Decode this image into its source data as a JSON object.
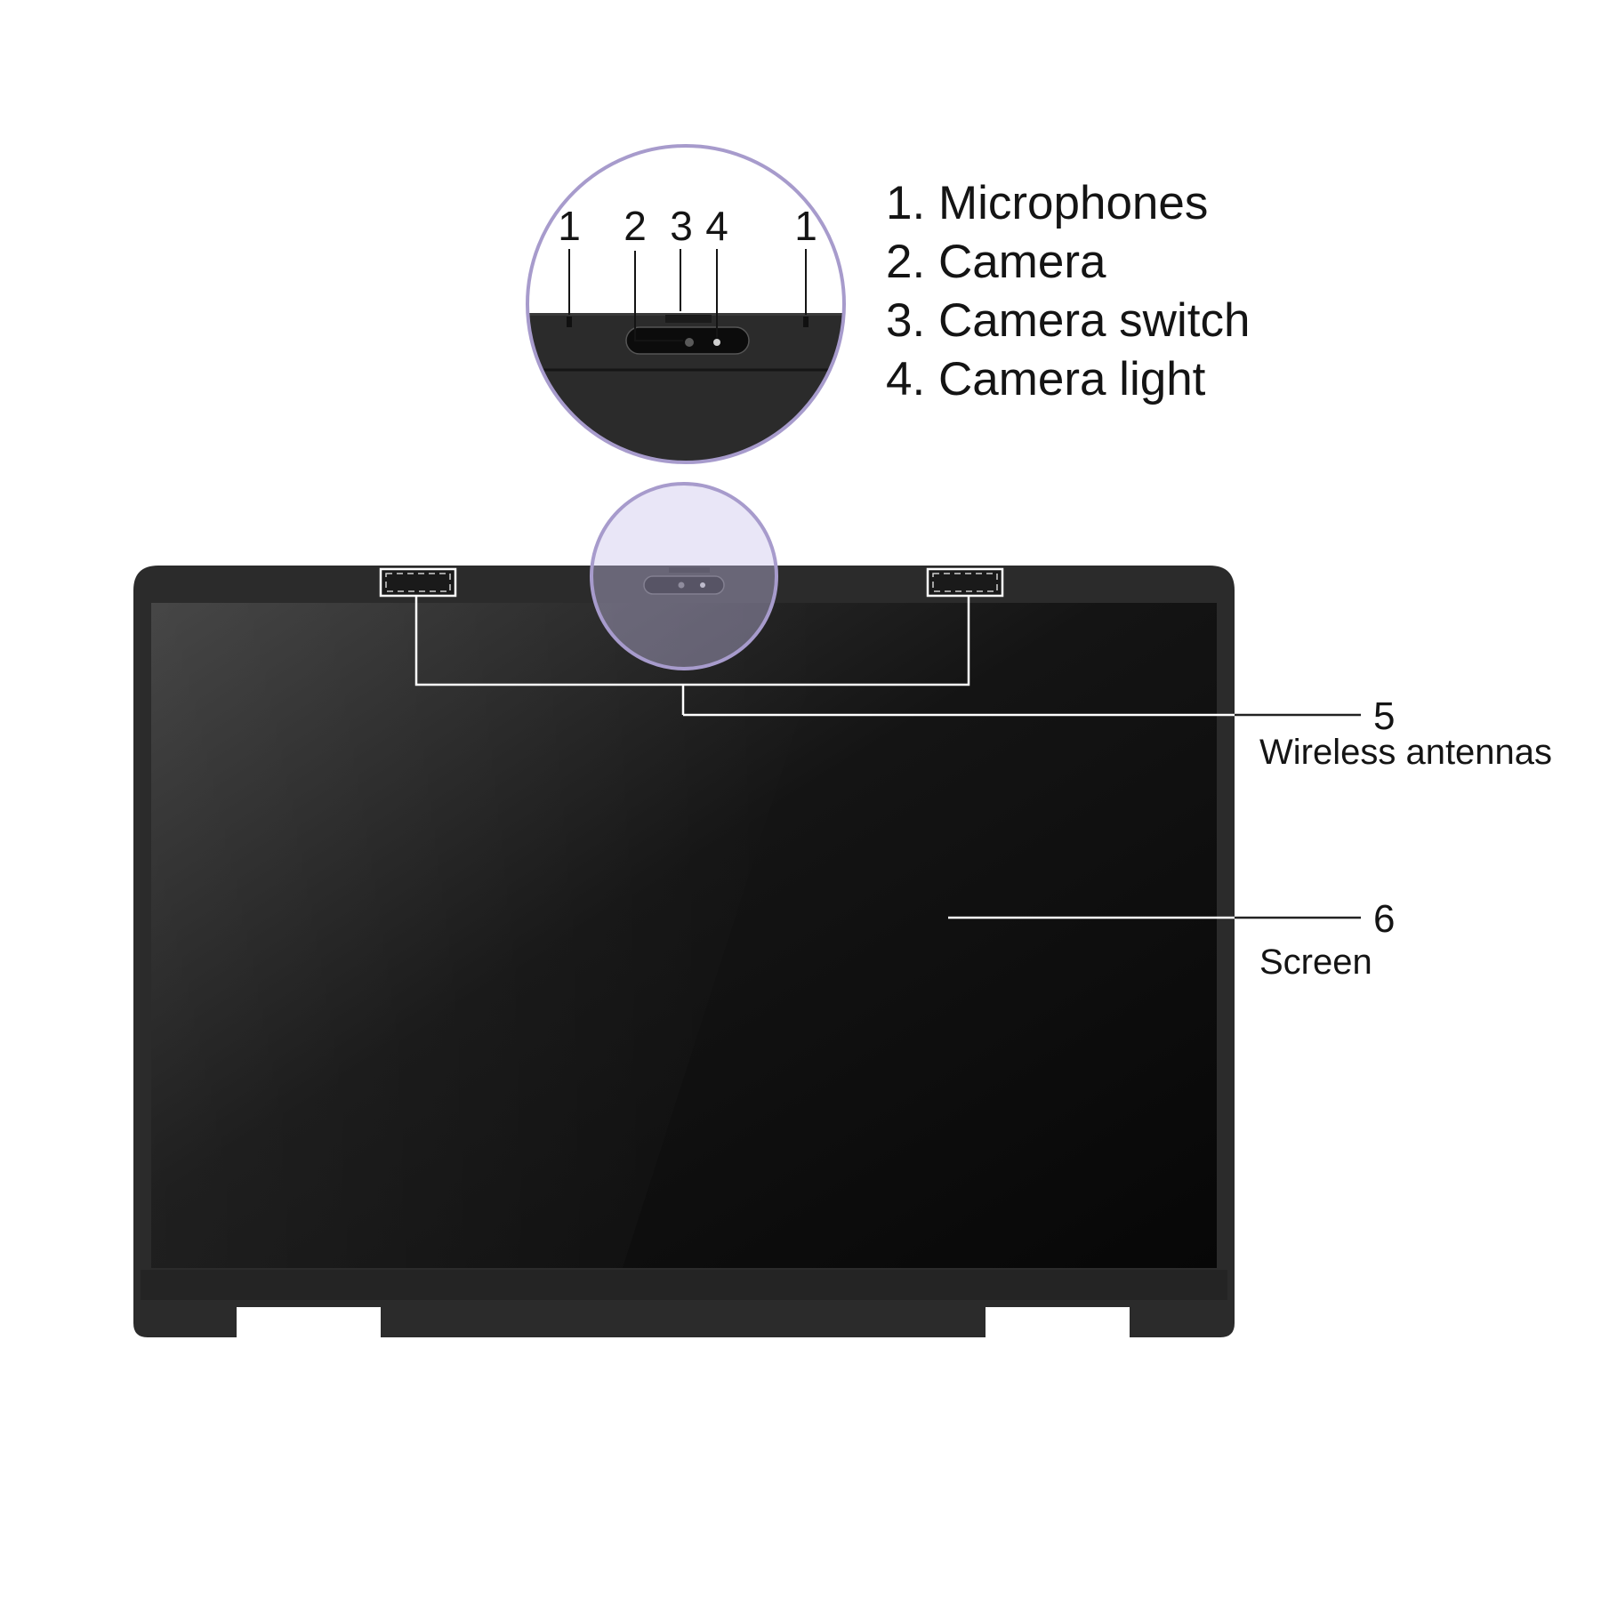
{
  "legend": {
    "items": [
      {
        "number": "1.",
        "label": "Microphones"
      },
      {
        "number": "2.",
        "label": "Camera"
      },
      {
        "number": "3.",
        "label": "Camera switch"
      },
      {
        "number": "4.",
        "label": "Camera light"
      }
    ]
  },
  "zoom_markers": {
    "mic_left": "1",
    "camera": "2",
    "camera_switch": "3",
    "camera_light": "4",
    "mic_right": "1"
  },
  "callouts": {
    "antennas": {
      "number": "5",
      "label": "Wireless antennas"
    },
    "screen": {
      "number": "6",
      "label": "Screen"
    }
  },
  "colors": {
    "bezel": "#2b2b2b",
    "screen": "#111111",
    "magnifier_ring": "#a79bcc",
    "magnifier_tint": "#e9e6f5",
    "leader_line": "#ffffff"
  }
}
